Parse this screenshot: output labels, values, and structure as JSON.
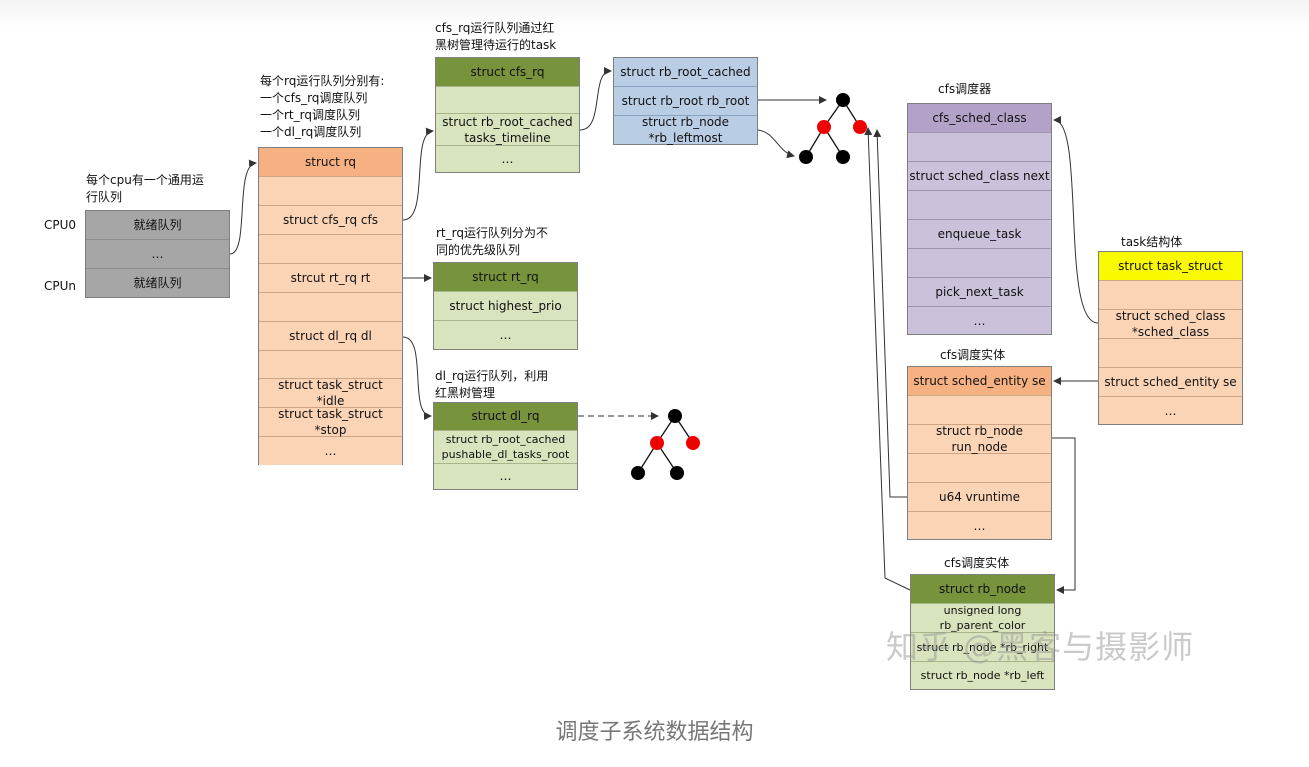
{
  "notes": {
    "cpu": "每个cpu有一个通用运\n行队列",
    "rq": "每个rq运行队列分别有:\n一个cfs_rq调度队列\n一个rt_rq调度队列\n一个dl_rq调度队列",
    "cfs_rq": "cfs_rq运行队列通过红\n黑树管理待运行的task",
    "rt_rq": "rt_rq运行队列分为不\n同的优先级队列",
    "dl_rq": "dl_rq运行队列，利用\n红黑树管理",
    "cfs_sched": "cfs调度器",
    "task": "task结构体",
    "cfs_entity": "cfs调度实体",
    "cfs_entity2": "cfs调度实体"
  },
  "cpu": {
    "labels": [
      "CPU0",
      "CPUn"
    ],
    "cells": [
      "就绪队列",
      "…",
      "就绪队列"
    ]
  },
  "rq": {
    "cells": [
      "struct rq",
      "",
      "struct cfs_rq cfs",
      "",
      "strcut rt_rq rt",
      "",
      "struct dl_rq dl",
      "",
      "struct task_struct\n*idle",
      "struct task_struct\n*stop",
      "…"
    ]
  },
  "cfs_rq": {
    "cells": [
      "struct cfs_rq",
      "",
      "struct rb_root_cached\ntasks_timeline",
      "…"
    ]
  },
  "rb_root_cached": {
    "cells": [
      "struct rb_root_cached",
      "struct rb_root rb_root",
      "struct rb_node\n*rb_leftmost"
    ]
  },
  "rt_rq": {
    "cells": [
      "struct rt_rq",
      "struct highest_prio",
      "…"
    ]
  },
  "dl_rq": {
    "cells": [
      "struct dl_rq",
      "struct rb_root_cached\npushable_dl_tasks_root",
      "…"
    ]
  },
  "sched_class": {
    "cells": [
      "cfs_sched_class",
      "",
      "struct sched_class next",
      "",
      "enqueue_task",
      "",
      "pick_next_task",
      "…"
    ]
  },
  "task_struct": {
    "cells": [
      "struct task_struct",
      "",
      "struct sched_class\n*sched_class",
      "",
      "struct sched_entity se",
      "…"
    ]
  },
  "sched_entity": {
    "cells": [
      "struct sched_entity se",
      "",
      "struct rb_node\nrun_node",
      "",
      "u64 vruntime",
      "…"
    ]
  },
  "rb_node": {
    "cells": [
      "struct rb_node",
      "unsigned long\nrb_parent_color",
      "struct rb_node *rb_right",
      "struct rb_node *rb_left"
    ]
  },
  "trees": [
    {
      "node_colors": [
        "black",
        "red",
        "red",
        "black",
        "black"
      ]
    },
    {
      "node_colors": [
        "black",
        "red",
        "red",
        "black",
        "black"
      ]
    }
  ],
  "colors": {
    "gray": "#a6a6a6",
    "orange_head": "#f5b181",
    "orange_body": "#fbd4b6",
    "green_head": "#77933c",
    "green_body": "#d7e4bd",
    "blue": "#b9cde5",
    "purple_head": "#b3a2c7",
    "purple_body": "#ccc1da",
    "yellow": "#f9f900",
    "node_red": "#ee0000",
    "node_black": "#000000"
  },
  "caption": "调度子系统数据结构",
  "watermark": "知乎 @黑客与摄影师"
}
